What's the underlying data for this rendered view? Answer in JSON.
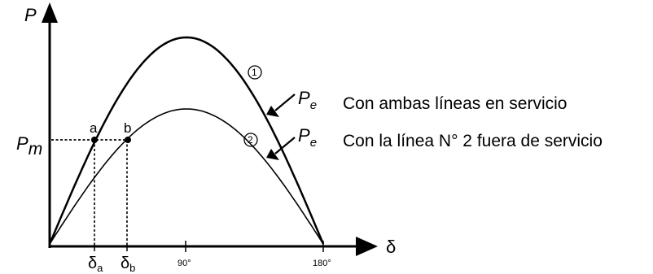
{
  "axes": {
    "y_label": "P",
    "x_label": "δ",
    "pm_label_main": "P",
    "pm_label_sub": "m",
    "ticks": {
      "delta_a_main": "δ",
      "delta_a_sub": "a",
      "delta_b_main": "δ",
      "delta_b_sub": "b",
      "t90": "90°",
      "t180": "180°"
    }
  },
  "points": {
    "a": "a",
    "b": "b"
  },
  "curves": [
    {
      "id": 1,
      "number": "1",
      "pe_main": "P",
      "pe_sub": "e",
      "legend": "Con ambas líneas en servicio"
    },
    {
      "id": 2,
      "number": "2",
      "pe_main": "P",
      "pe_sub": "e",
      "legend": "Con la línea N° 2 fuera de servicio"
    }
  ],
  "colors": {
    "ink": "#000000",
    "background": "#ffffff"
  }
}
